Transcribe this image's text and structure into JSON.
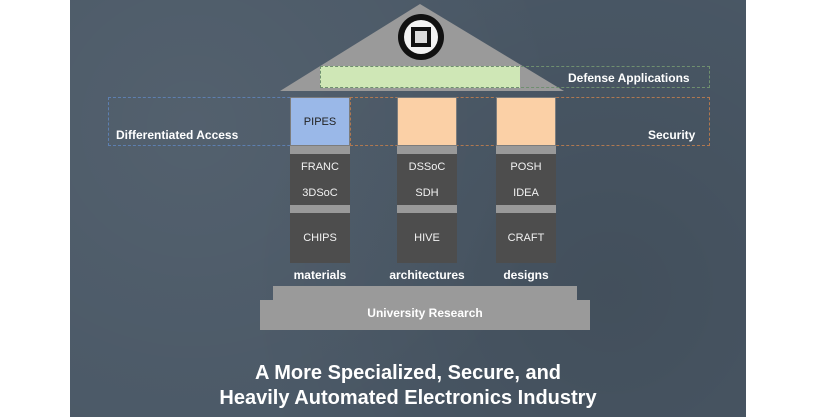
{
  "roof": {
    "logo_icon": "microchip-icon",
    "defense_label": "Defense Applications"
  },
  "side_labels": {
    "left": "Differentiated Access",
    "right": "Security"
  },
  "columns": [
    {
      "top_label": "PIPES",
      "top_color": "#9ab8e8",
      "middle": [
        "FRANC",
        "3DSoC"
      ],
      "bottom": "CHIPS",
      "base_label": "materials"
    },
    {
      "top_label": "",
      "top_color": "#fbd0a6",
      "middle": [
        "DSSoC",
        "SDH"
      ],
      "bottom": "HIVE",
      "base_label": "architectures"
    },
    {
      "top_label": "",
      "top_color": "#fbd0a6",
      "middle": [
        "POSH",
        "IDEA"
      ],
      "bottom": "CRAFT",
      "base_label": "designs"
    }
  ],
  "foundation": {
    "label": "University Research"
  },
  "headline": {
    "line1": "A More Specialized, Secure, and",
    "line2": "Heavily Automated  Electronics Industry"
  },
  "colors": {
    "background": "#4a5866",
    "roof": "#9a9a9a",
    "pillar_cell": "#4d4d4d",
    "divider": "#999999",
    "defense_bar": "#cfe7b6",
    "dotted_green": "#6f8f6f",
    "dotted_blue": "#5d7fb0",
    "dotted_orange": "#b07850",
    "foundation": "#9a9a9a"
  }
}
